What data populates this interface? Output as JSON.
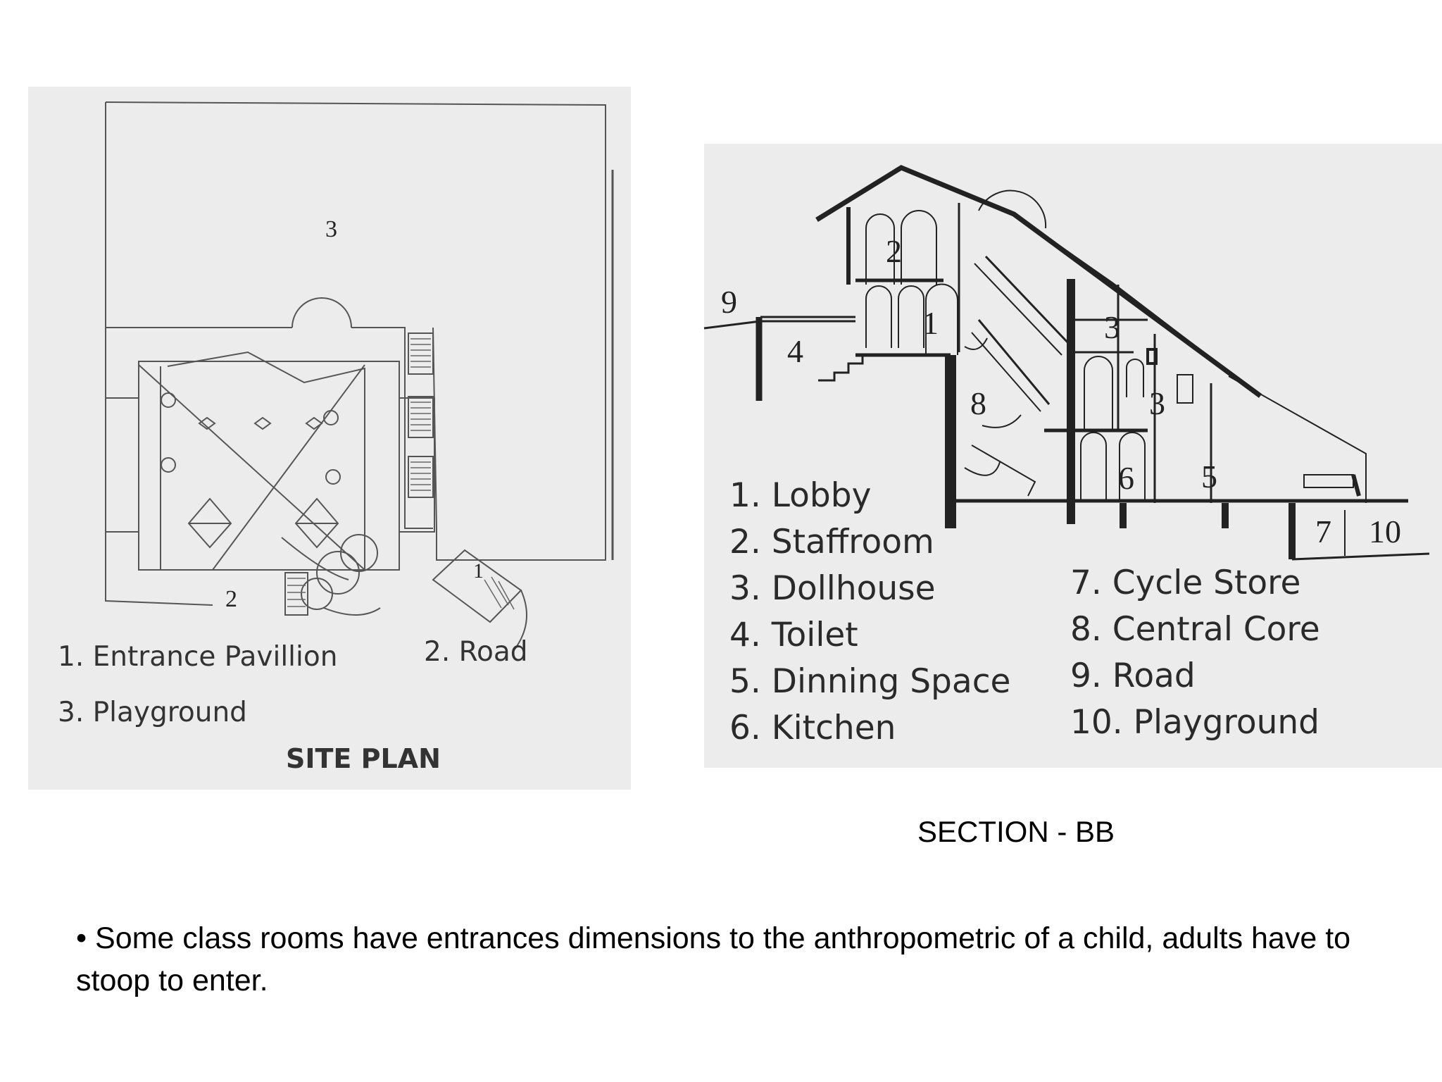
{
  "site_plan": {
    "title": "SITE PLAN",
    "area_labels": [
      "3",
      "2",
      "1"
    ],
    "legend": [
      "1. Entrance Pavillion",
      "2. Road",
      "3. Playground"
    ]
  },
  "section": {
    "title": "SECTION - BB",
    "room_labels": [
      "2",
      "1",
      "3",
      "3",
      "4",
      "8",
      "6",
      "5",
      "7",
      "10",
      "9"
    ],
    "legend_left": [
      "1. Lobby",
      "2. Staffroom",
      "3. Dollhouse",
      "4. Toilet",
      "5. Dinning Space",
      "6. Kitchen"
    ],
    "legend_right": [
      "7. Cycle Store",
      "8. Central Core",
      "9. Road",
      "10. Playground"
    ]
  },
  "note": {
    "bullet": "•",
    "text": "Some class rooms have entrances dimensions to the anthropometric of a child, adults have to stoop to enter."
  }
}
